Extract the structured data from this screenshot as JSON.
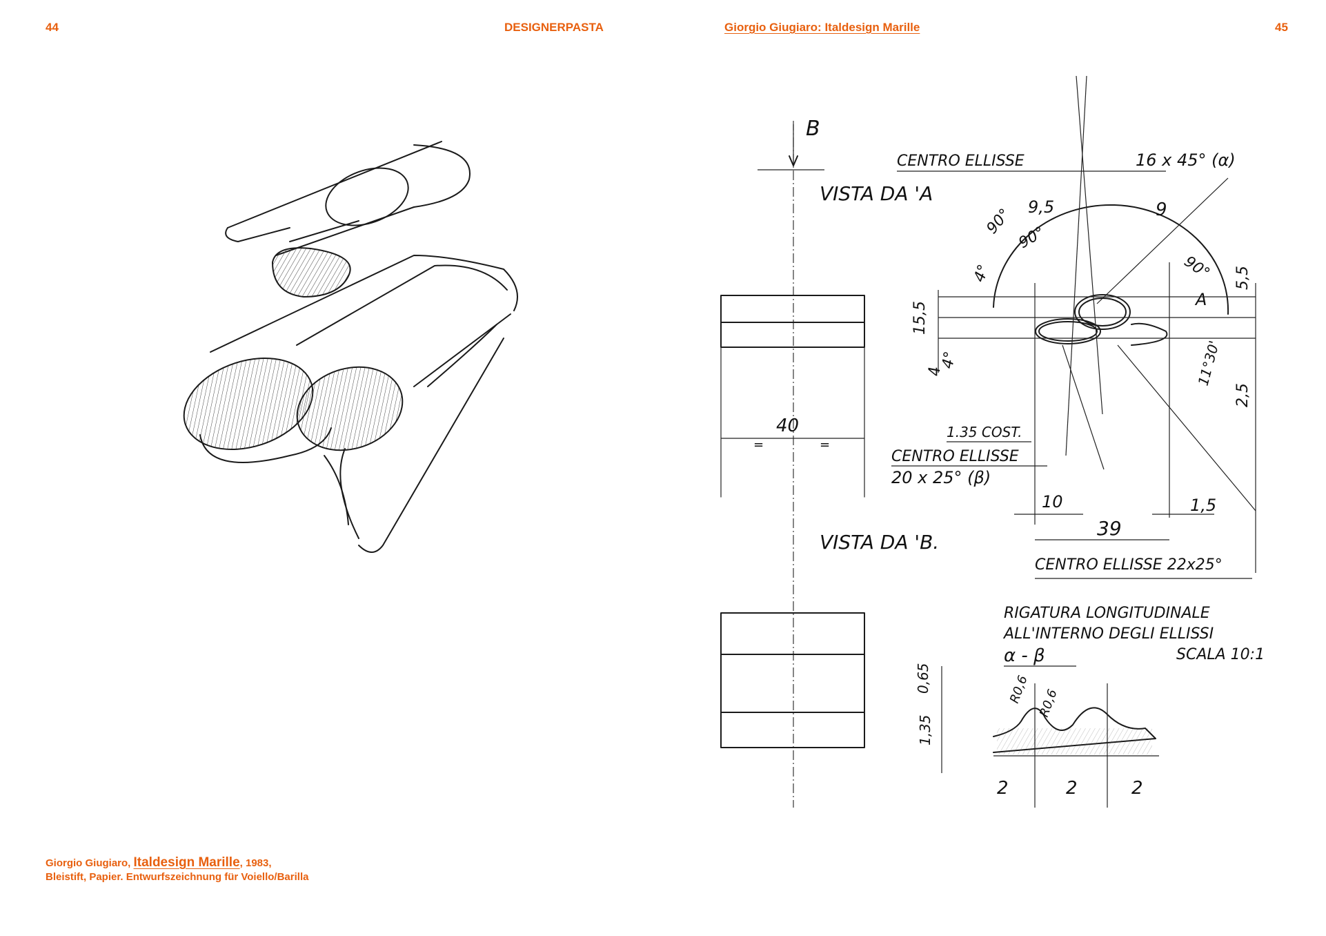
{
  "header": {
    "page_left": "44",
    "series_title": "DESIGNERPASTA",
    "article_title": "Giorgio Giugiaro: Italdesign Marille",
    "page_right": "45"
  },
  "caption": {
    "author": "Giorgio Giugiaro, ",
    "title": "Italdesign Marille",
    "year": ", 1983,",
    "line2": "Bleistift, Papier. Entwurfszeichnung für Voiello/Barilla"
  },
  "drawing": {
    "view_b_marker": "B",
    "centro_ellisse_top": "CENTRO ELLISSE",
    "angle_alpha": "16 x 45° (α)",
    "vista_a": "VISTA DA 'A",
    "vista_b": "VISTA DA 'B.",
    "dim_9_5": "9,5",
    "dim_9": "9",
    "angle_90_a": "90°",
    "angle_90_b": "90°",
    "angle_90_c": "90°",
    "angle_4_a": "4°",
    "angle_4_b": "4°",
    "dim_4": "4",
    "dim_15_5": "15,5",
    "dim_5_5": "5,5",
    "dim_2_5": "2,5",
    "angle_11_30": "11°30'",
    "marker_a": "A",
    "dim_40": "40",
    "eq_left": "=",
    "eq_right": "=",
    "dim_1_35_cost": "1.35 COST.",
    "centro_ellisse_mid": "CENTRO ELLISSE",
    "angle_beta": "20 x 25° (β)",
    "dim_10": "10",
    "dim_1_5": "1,5",
    "dim_39": "39",
    "centro_ellisse_bottom": "CENTRO ELLISSE 22x25°",
    "rigatura_1": "RIGATURA LONGITUDINALE",
    "rigatura_2": "ALL'INTERNO DEGLI ELLISSI",
    "alpha_beta": "α - β",
    "scala": "SCALA 10:1",
    "dim_0_65": "0,65",
    "dim_1_35": "1,35",
    "radius_a": "R0,6",
    "radius_b": "R0,6",
    "dim_2_a": "2",
    "dim_2_b": "2",
    "dim_2_c": "2"
  },
  "colors": {
    "accent": "#e8600f",
    "ink": "#1a1a1a"
  }
}
